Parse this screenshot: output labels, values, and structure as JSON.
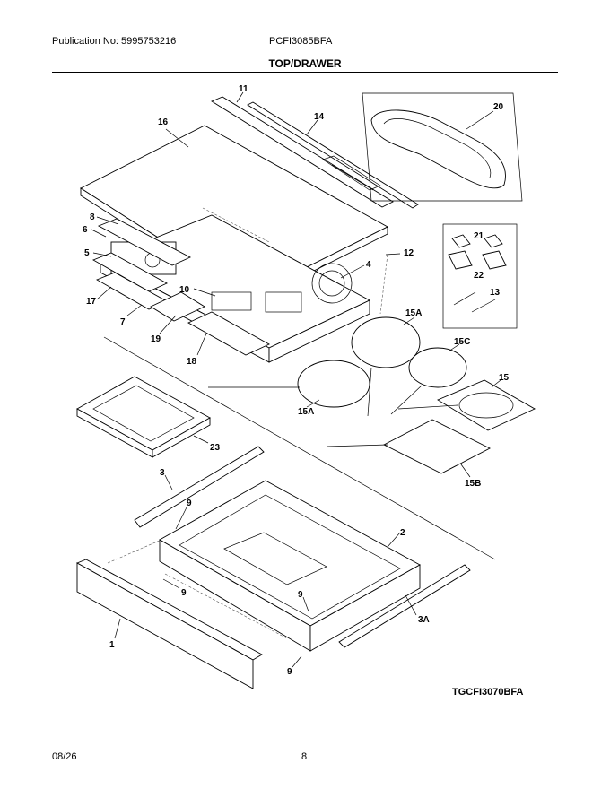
{
  "header": {
    "publication": "Publication No: 5995753216",
    "model": "PCFI3085BFA",
    "section_title": "TOP/DRAWER"
  },
  "diagram": {
    "reference_code": "TGCFI3070BFA",
    "labels": {
      "p11": "11",
      "p14": "14",
      "p16": "16",
      "p20": "20",
      "p8": "8",
      "p6": "6",
      "p5": "5",
      "p12": "12",
      "p4": "4",
      "p21": "21",
      "p22": "22",
      "p13": "13",
      "p10": "10",
      "p17": "17",
      "p7": "7",
      "p19": "19",
      "p18": "18",
      "p15A_top": "15A",
      "p15C": "15C",
      "p15": "15",
      "p15A_bot": "15A",
      "p15B": "15B",
      "p23": "23",
      "p3": "3",
      "p9_a": "9",
      "p2": "2",
      "p9_b": "9",
      "p9_c": "9",
      "p3A": "3A",
      "p1": "1",
      "p9_d": "9"
    }
  },
  "footer": {
    "date": "08/26",
    "page": "8"
  }
}
